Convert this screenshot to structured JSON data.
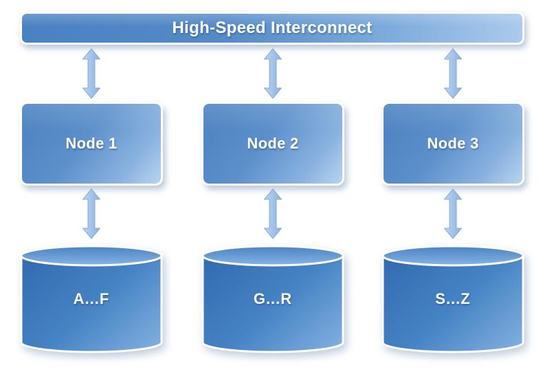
{
  "diagram": {
    "type": "shared-nothing cluster architecture",
    "interconnect": {
      "label": "High-Speed Interconnect"
    },
    "nodes": [
      {
        "label": "Node 1"
      },
      {
        "label": "Node 2"
      },
      {
        "label": "Node 3"
      }
    ],
    "databases": [
      {
        "label": "A...F"
      },
      {
        "label": "G...R"
      },
      {
        "label": "S...Z"
      }
    ],
    "connections": [
      {
        "from": "High-Speed Interconnect",
        "to": "Node 1",
        "type": "bidirectional"
      },
      {
        "from": "High-Speed Interconnect",
        "to": "Node 2",
        "type": "bidirectional"
      },
      {
        "from": "High-Speed Interconnect",
        "to": "Node 3",
        "type": "bidirectional"
      },
      {
        "from": "Node 1",
        "to": "A...F",
        "type": "bidirectional"
      },
      {
        "from": "Node 2",
        "to": "G...R",
        "type": "bidirectional"
      },
      {
        "from": "Node 3",
        "to": "S...Z",
        "type": "bidirectional"
      }
    ],
    "colors": {
      "shape_blue_dark": "#356db2",
      "shape_blue": "#4a81c1",
      "shape_blue_light": "#abcaec",
      "arrow_blue": "#9dbfe6",
      "outline_white": "#ffffff",
      "text": "#ffffff",
      "background": "#ffffff"
    }
  }
}
